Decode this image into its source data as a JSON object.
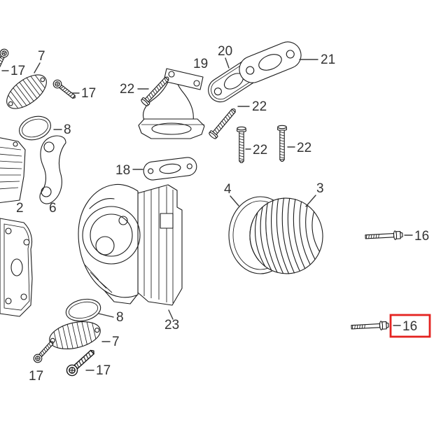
{
  "diagram": {
    "type": "exploded-parts-diagram",
    "highlighted_part": "16",
    "colors": {
      "background": "#ffffff",
      "line": "#1b1b1b",
      "label": "#333333",
      "highlight_box": "#e42320"
    },
    "callouts": {
      "c7_top": "7",
      "c17_top_left": "17",
      "c17_top": "17",
      "c8_top": "8",
      "c2": "2",
      "c6": "6",
      "c18": "18",
      "c19": "19",
      "c20": "20",
      "c21": "21",
      "c22_top": "22",
      "c22_mid": "22",
      "c22_v1": "22",
      "c22_v2": "22",
      "c4": "4",
      "c3": "3",
      "c16_upper": "16",
      "c16_lower": "16",
      "c23": "23",
      "c8_bottom": "8",
      "c7_bottom": "7",
      "c17_bottom_left": "17",
      "c17_bottom_right": "17"
    }
  }
}
